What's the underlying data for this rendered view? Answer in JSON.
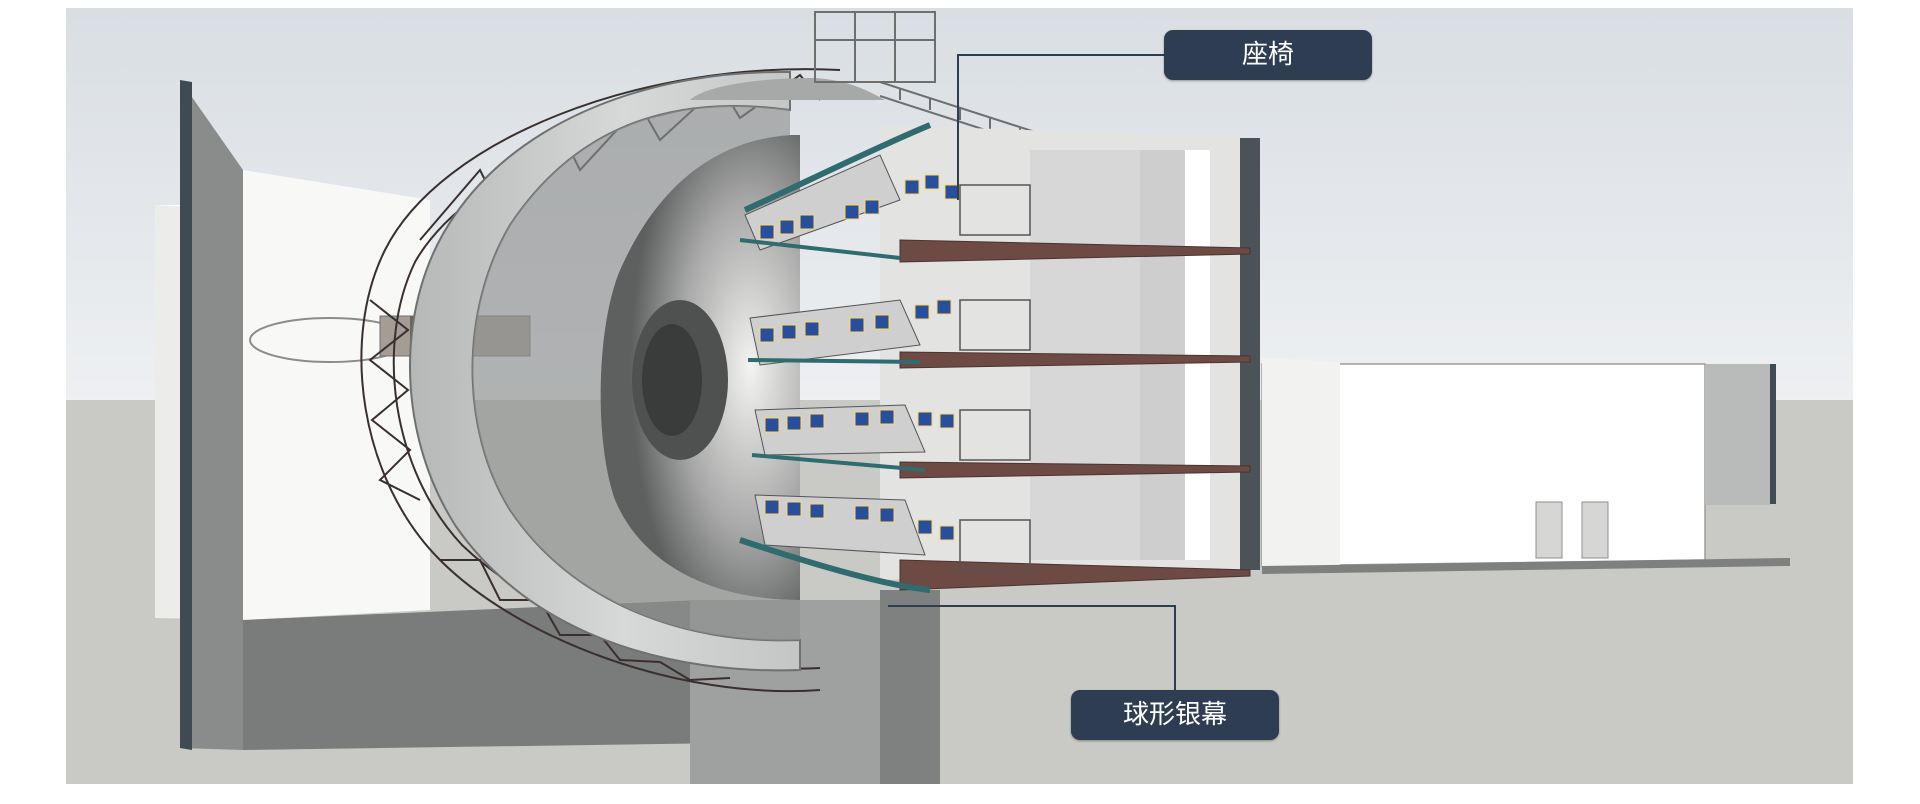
{
  "labels": {
    "seat": "座椅",
    "screen": "球形银幕"
  },
  "colors": {
    "callout_bg": "#2e3d52",
    "callout_text": "#ffffff",
    "leader_line": "#2e3d52",
    "seat_blue": "#2a4f9a",
    "floor_brown": "#6e4a44",
    "teal_rim": "#2f6b6f",
    "sky_top": "#dde2e6",
    "ground": "#c9cac5"
  },
  "levels": 4
}
